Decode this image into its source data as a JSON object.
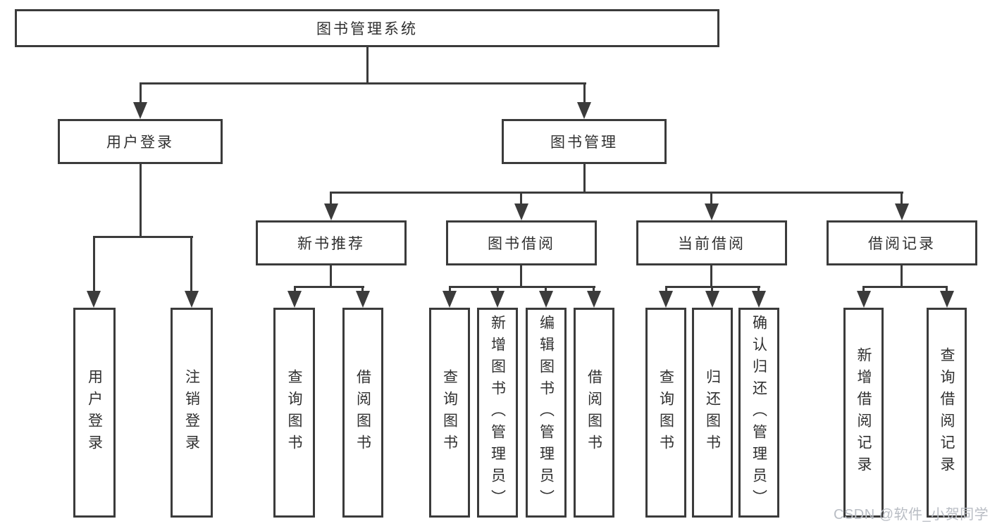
{
  "diagram": {
    "type": "hierarchy-tree",
    "tree": {
      "label": "图书管理系统",
      "children": [
        {
          "label": "用户登录",
          "children": [
            {
              "label": "用户登录"
            },
            {
              "label": "注销登录"
            }
          ]
        },
        {
          "label": "图书管理",
          "children": [
            {
              "label": "新书推荐",
              "children": [
                {
                  "label": "查询图书"
                },
                {
                  "label": "借阅图书"
                }
              ]
            },
            {
              "label": "图书借阅",
              "children": [
                {
                  "label": "查询图书"
                },
                {
                  "label": "新增图书（管理员）"
                },
                {
                  "label": "编辑图书（管理员）"
                },
                {
                  "label": "借阅图书"
                }
              ]
            },
            {
              "label": "当前借阅",
              "children": [
                {
                  "label": "查询图书"
                },
                {
                  "label": "归还图书"
                },
                {
                  "label": "确认归还（管理员）"
                }
              ]
            },
            {
              "label": "借阅记录",
              "children": [
                {
                  "label": "新增借阅记录"
                },
                {
                  "label": "查询借阅记录"
                }
              ]
            }
          ]
        }
      ]
    }
  },
  "watermark": {
    "text": "CSDN @软件_小贺同学"
  },
  "colors": {
    "line": "#3b3b3b",
    "text": "#303030",
    "background": "#ffffff",
    "watermark": "#b9bdc4"
  }
}
